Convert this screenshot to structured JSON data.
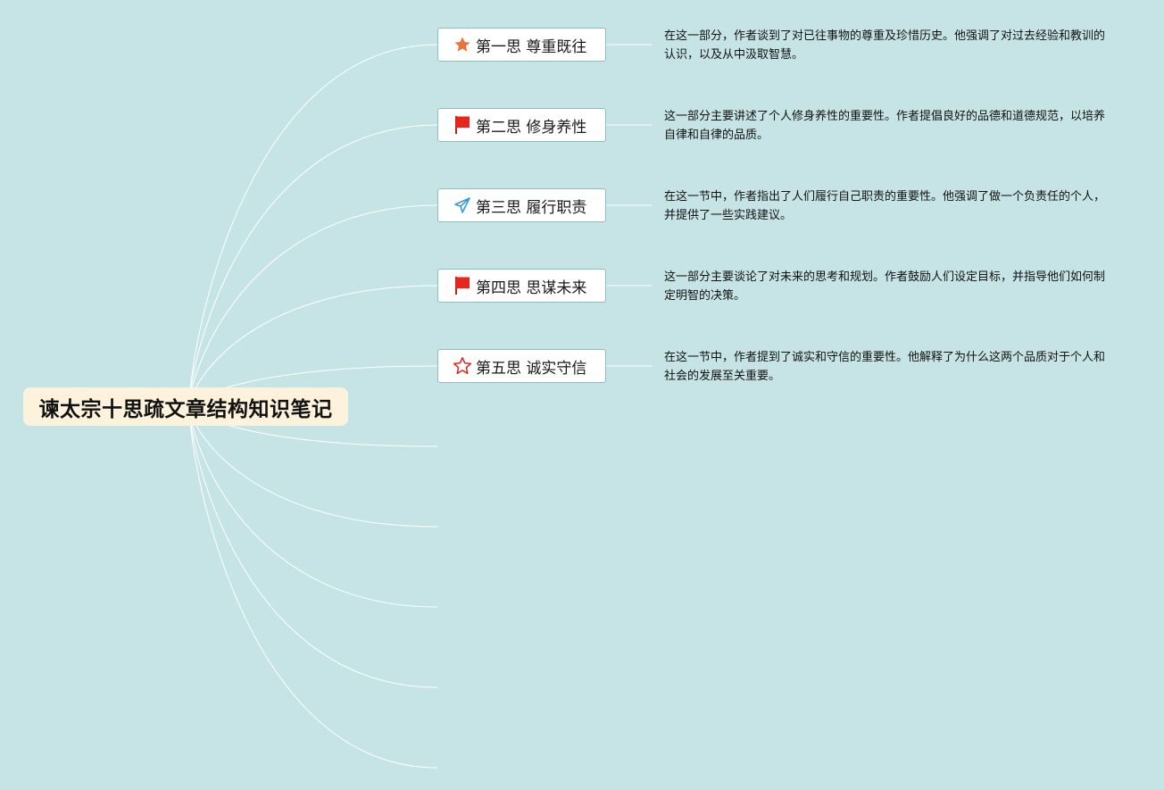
{
  "root": {
    "title": "谏太宗十思疏文章结构知识笔记"
  },
  "colors": {
    "background": "#c6e4e5",
    "root_fill": "#fdf3dc",
    "topic_border": "#8dbfbb",
    "branch_line": "#ffffff"
  },
  "topics": [
    {
      "label": "第一思 尊重既往",
      "icon": "star-filled-orange-icon",
      "note": "在这一部分，作者谈到了对已往事物的尊重及珍惜历史。他强调了对过去经验和教训的认识，以及从中汲取智慧。"
    },
    {
      "label": "第二思 修身养性",
      "icon": "red-flag-icon",
      "note": "这一部分主要讲述了个人修身养性的重要性。作者提倡良好的品德和道德规范，以培养自律和自律的品质。"
    },
    {
      "label": "第三思 履行职责",
      "icon": "paper-plane-icon",
      "note": "在这一节中，作者指出了人们履行自己职责的重要性。他强调了做一个负责任的个人，并提供了一些实践建议。"
    },
    {
      "label": "第四思 思谋未来",
      "icon": "red-flag-icon",
      "note": "这一部分主要谈论了对未来的思考和规划。作者鼓励人们设定目标，并指导他们如何制定明智的决策。"
    },
    {
      "label": "第五思 诚实守信",
      "icon": "star-outline-red-icon",
      "note": "在这一节中，作者提到了诚实和守信的重要性。他解释了为什么这两个品质对于个人和社会的发展至关重要。"
    }
  ],
  "empty_branch_count": 5
}
